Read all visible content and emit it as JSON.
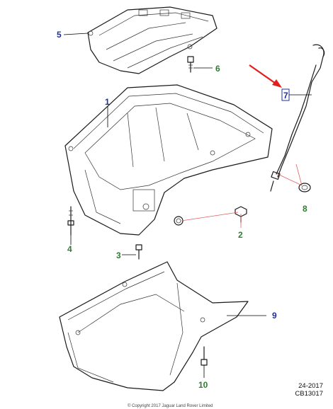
{
  "callouts": [
    {
      "id": "1",
      "label": "1",
      "color": "#1f2f9c"
    },
    {
      "id": "2",
      "label": "2",
      "color": "#2e7d32"
    },
    {
      "id": "3",
      "label": "3",
      "color": "#2e7d32"
    },
    {
      "id": "4",
      "label": "4",
      "color": "#2e7d32"
    },
    {
      "id": "5",
      "label": "5",
      "color": "#1f2f9c"
    },
    {
      "id": "6",
      "label": "6",
      "color": "#2e7d32"
    },
    {
      "id": "7",
      "label": "7",
      "color": "#1f2f9c"
    },
    {
      "id": "8",
      "label": "8",
      "color": "#2e7d32"
    },
    {
      "id": "9",
      "label": "9",
      "color": "#1f2f9c"
    },
    {
      "id": "10",
      "label": "10",
      "color": "#2e7d32"
    }
  ],
  "highlighted_callout": "7",
  "arrow_color": "#e02020",
  "reference": {
    "year": "24-2017",
    "code": "CB13017"
  },
  "copyright": "© Copyright 2017 Jaguar Land Rover Limited"
}
